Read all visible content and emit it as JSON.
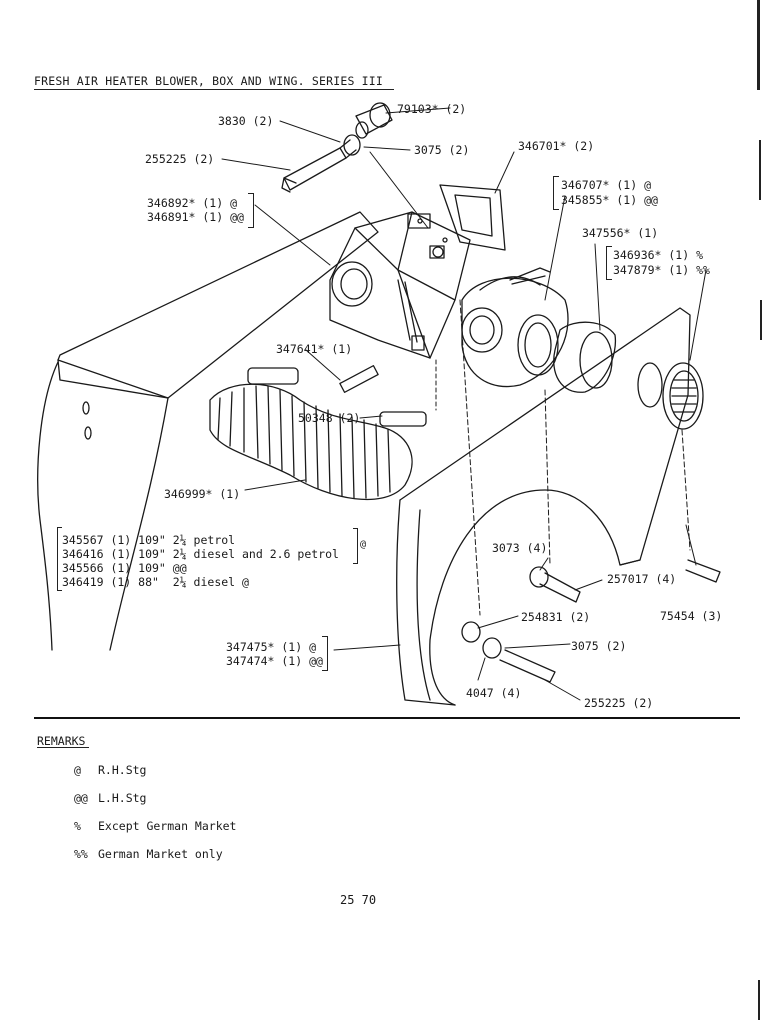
{
  "title": "FRESH AIR HEATER BLOWER, BOX AND WING. SERIES III",
  "callouts": {
    "c79103": "79103* (2)",
    "c3830": "3830 (2)",
    "c3075a": "3075 (2)",
    "c346701": "346701* (2)",
    "c255225a": "255225 (2)",
    "c346707": "346707* (1) @",
    "c345855": "345855* (1) @@",
    "c346892": "346892* (1) @",
    "c346891": "346891* (1) @@",
    "c347556": "347556* (1)",
    "c346936": "346936* (1) %",
    "c347879": "347879* (1) %%",
    "c347641": "347641* (1)",
    "c50348": "50348 (2)",
    "c346999": "346999* (1)",
    "c3073": "3073 (4)",
    "c257017": "257017 (4)",
    "c254831": "254831 (2)",
    "c75454": "75454 (3)",
    "c347475": "347475* (1) @",
    "c347474": "347474* (1) @@",
    "c3075b": "3075 (2)",
    "c4047": "4047 (4)",
    "c255225b": "255225 (2)"
  },
  "wing_parts": [
    "345567 (1) 109\" 2¼ petrol",
    "346416 (1) 109\" 2¼ diesel and 2.6 petrol",
    "345566 (1) 109\" @@",
    "346419 (1) 88\"  2¼ diesel @"
  ],
  "wing_group_marker": "@",
  "remarks": {
    "heading": "REMARKS",
    "items": [
      {
        "symbol": "@",
        "text": "R.H.Stg"
      },
      {
        "symbol": "@@",
        "text": "L.H.Stg"
      },
      {
        "symbol": "%",
        "text": "Except German Market"
      },
      {
        "symbol": "%%",
        "text": "German Market only"
      }
    ]
  },
  "page_number": "25 70"
}
